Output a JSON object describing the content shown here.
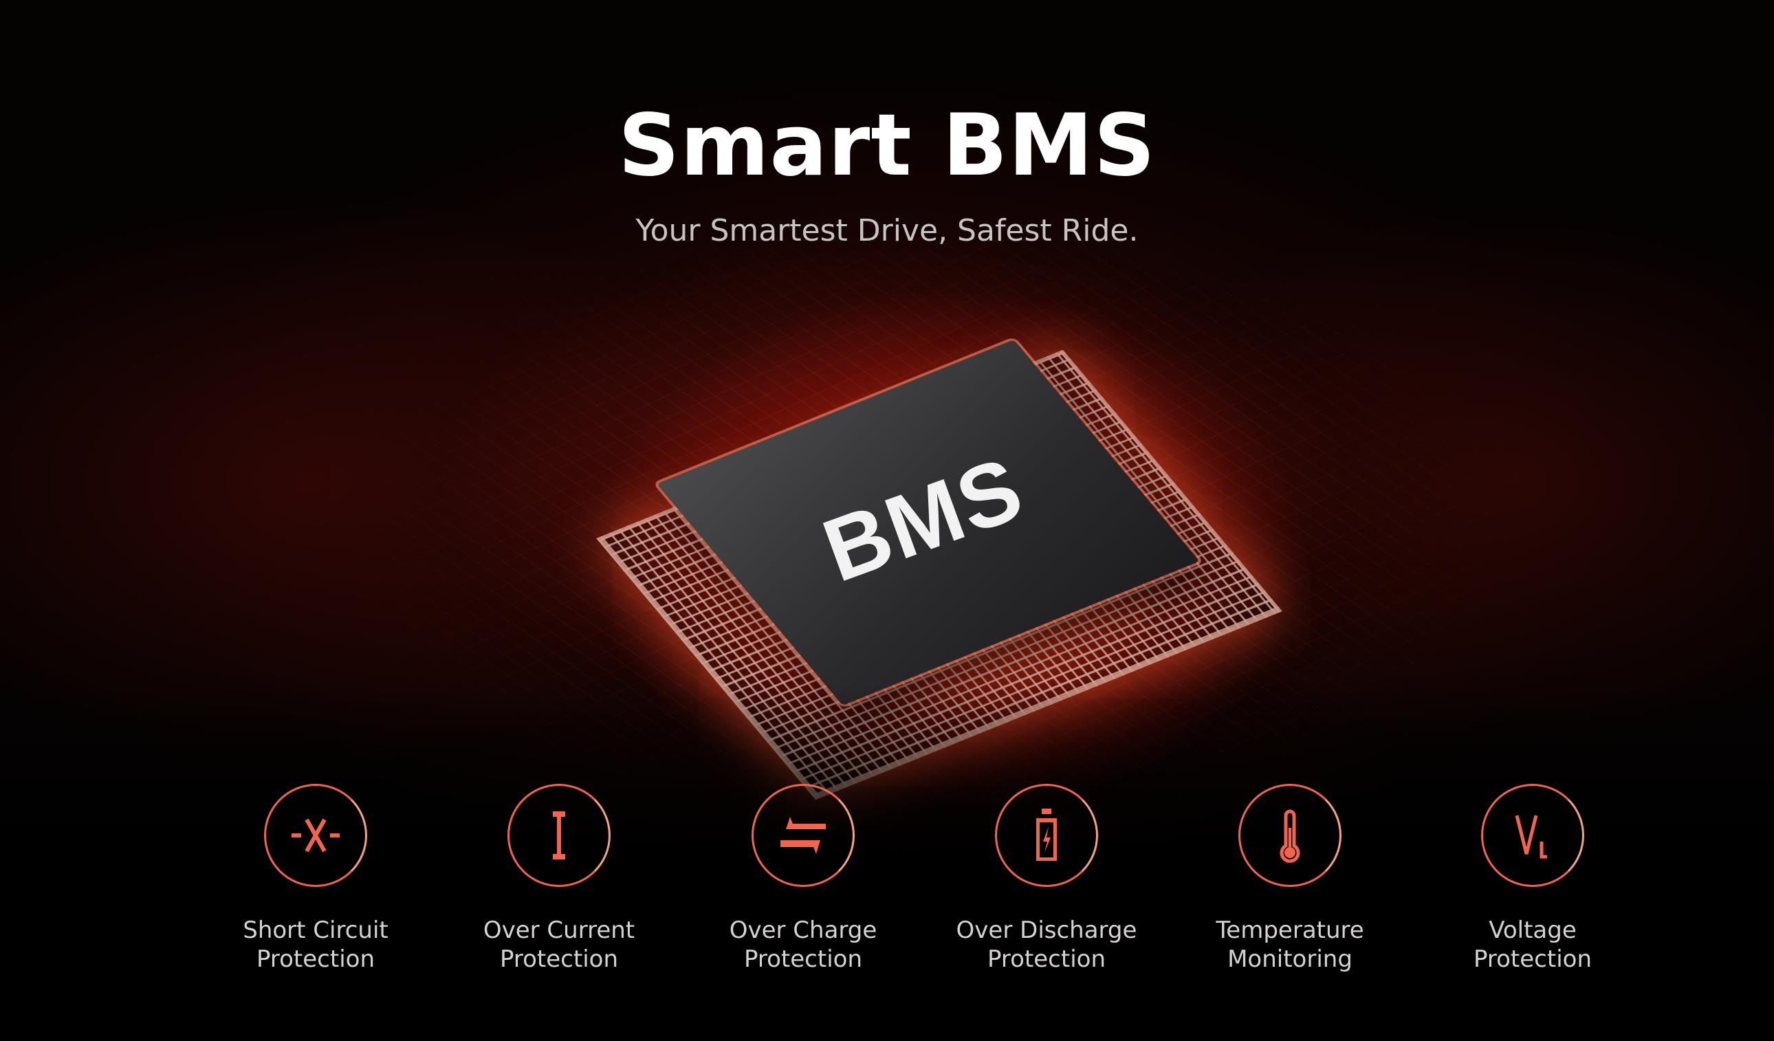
{
  "header": {
    "title": "Smart BMS",
    "subtitle": "Your Smartest Drive, Safest Ride."
  },
  "chip": {
    "label": "BMS"
  },
  "accent_color": "#f2644e",
  "features": [
    {
      "icon": "short-circuit-icon",
      "line1": "Short Circuit",
      "line2": "Protection"
    },
    {
      "icon": "current-icon",
      "line1": "Over Current",
      "line2": "Protection"
    },
    {
      "icon": "charge-arrows-icon",
      "line1": "Over Charge",
      "line2": "Protection"
    },
    {
      "icon": "battery-icon",
      "line1": "Over Discharge",
      "line2": "Protection"
    },
    {
      "icon": "thermometer-icon",
      "line1": "Temperature",
      "line2": "Monitoring"
    },
    {
      "icon": "voltage-icon",
      "line1": "Voltage",
      "line2": "Protection"
    }
  ]
}
